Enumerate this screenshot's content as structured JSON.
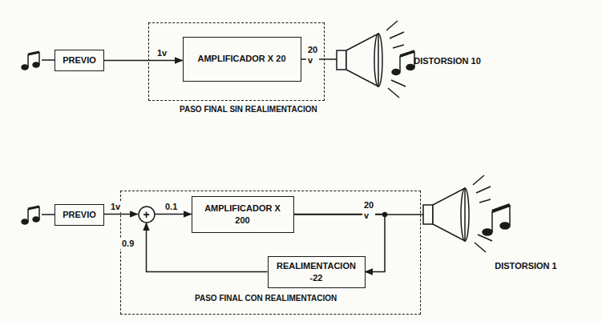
{
  "diagram": {
    "nodes": [
      {
        "text": [
          "PREVIO"
        ]
      },
      {
        "text": [
          "PASO FINAL SIN REALIMENTACION"
        ]
      },
      {
        "text": [
          "AMPLIFICADOR X 20"
        ],
        "in": 1
      },
      {
        "text": [
          "PREVIO"
        ]
      },
      {
        "text": [
          "PASO FINAL CON REALIMENTACION"
        ]
      },
      {
        "text": [
          "+"
        ],
        "in": 4
      },
      {
        "text": [
          "AMPLIFICADOR X 200"
        ],
        "in": 4
      },
      {
        "text": [
          "REALIMENTACION -22"
        ],
        "in": 4
      }
    ],
    "edges": [
      {
        "from": 0,
        "to": 2,
        "arrow": "to",
        "label": "1v"
      },
      {
        "from": 3,
        "to": 5,
        "arrow": "to",
        "label": "1v"
      },
      {
        "from": 5,
        "to": 6,
        "arrow": "to",
        "label": "0.1"
      },
      {
        "from": 6,
        "to": 7,
        "arrow": "to"
      },
      {
        "from": 7,
        "to": 5,
        "arrow": "to",
        "label": "0.9"
      }
    ],
    "labels": [
      "20 v",
      "DISTORSION 10",
      "20 v",
      "DISTORSION 1"
    ]
  }
}
